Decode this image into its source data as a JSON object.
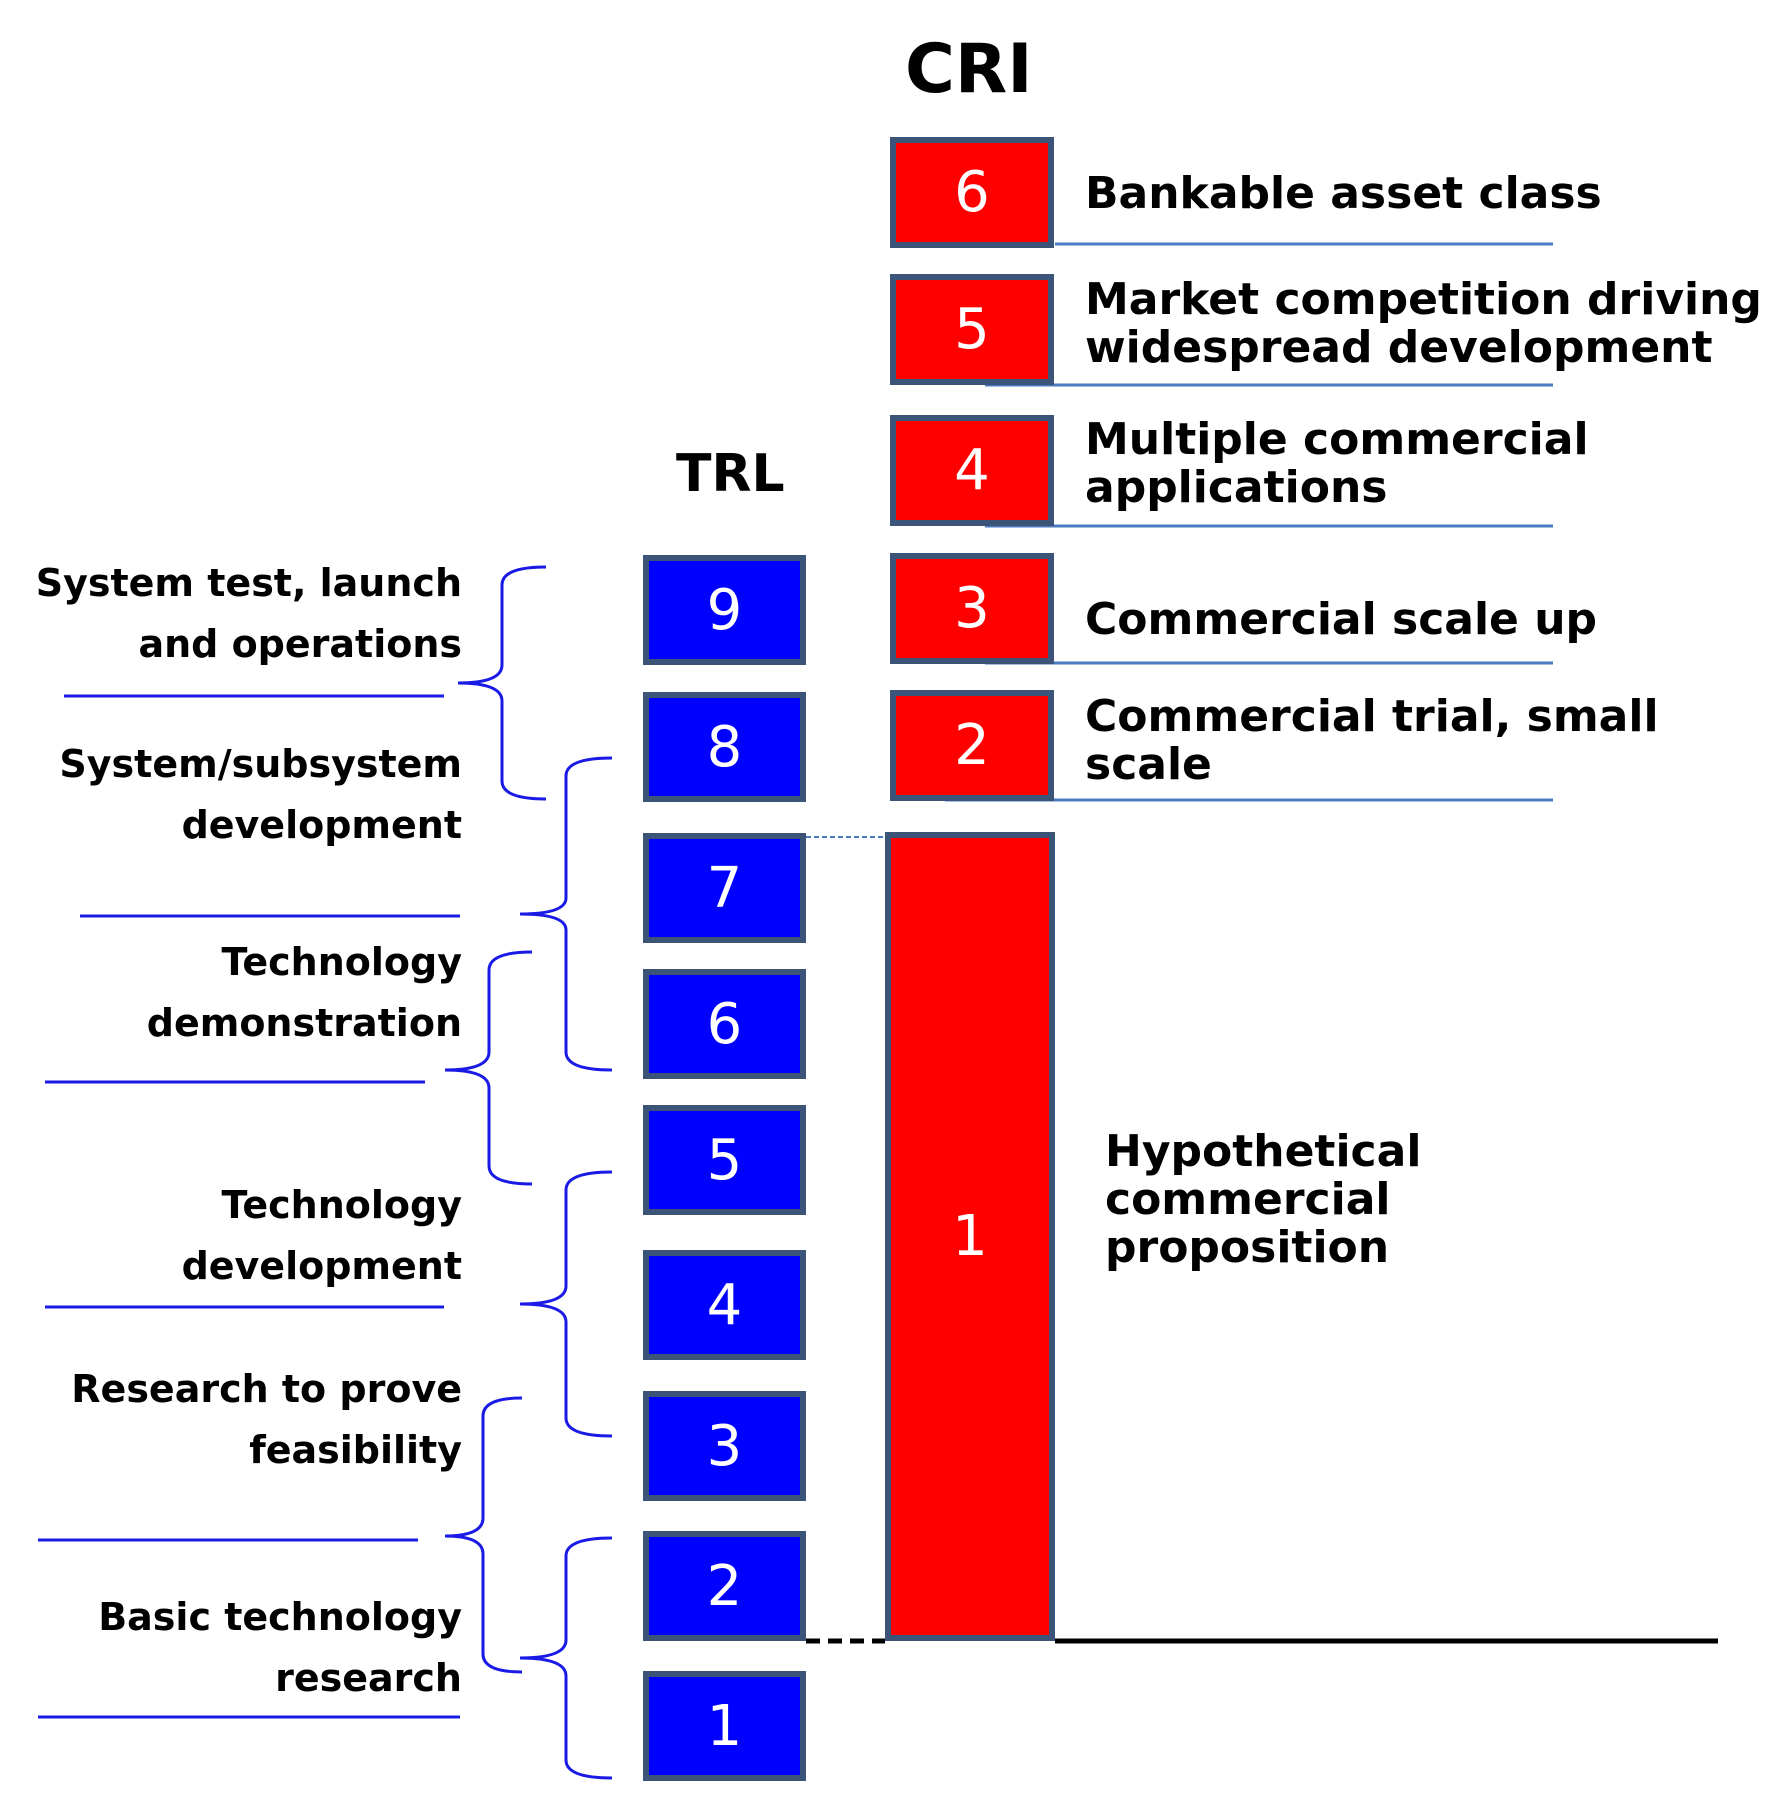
{
  "cri": {
    "title": "CRI",
    "levels": [
      {
        "number": "6",
        "label": [
          "Bankable asset class"
        ]
      },
      {
        "number": "5",
        "label": [
          "Market competition driving",
          "widespread development"
        ]
      },
      {
        "number": "4",
        "label": [
          "Multiple commercial",
          "applications"
        ]
      },
      {
        "number": "3",
        "label": [
          "Commercial scale up"
        ]
      },
      {
        "number": "2",
        "label": [
          "Commercial trial, small",
          "scale"
        ]
      },
      {
        "number": "1",
        "label": [
          "Hypothetical",
          "commercial",
          "proposition"
        ]
      }
    ]
  },
  "trl": {
    "title": "TRL",
    "levels": [
      "9",
      "8",
      "7",
      "6",
      "5",
      "4",
      "3",
      "2",
      "1"
    ],
    "phases": [
      {
        "label": [
          "System test, launch",
          "and operations"
        ],
        "levels": "8–9"
      },
      {
        "label": [
          "System/subsystem",
          "development"
        ],
        "levels": "6–8"
      },
      {
        "label": [
          "Technology",
          "demonstration"
        ],
        "levels": "5–6"
      },
      {
        "label": [
          "Technology",
          "development"
        ],
        "levels": "3–5"
      },
      {
        "label": [
          "Research to prove",
          "feasibility"
        ],
        "levels": "2–3"
      },
      {
        "label": [
          "Basic technology",
          "research"
        ],
        "levels": "1–2"
      }
    ]
  },
  "colors": {
    "trl_box": "#0000ff",
    "cri_box": "#ff0000",
    "box_border": "#3b5478",
    "rule_line": "#4a7cc4",
    "bracket": "#1a1ae6",
    "baseline": "#000000"
  }
}
